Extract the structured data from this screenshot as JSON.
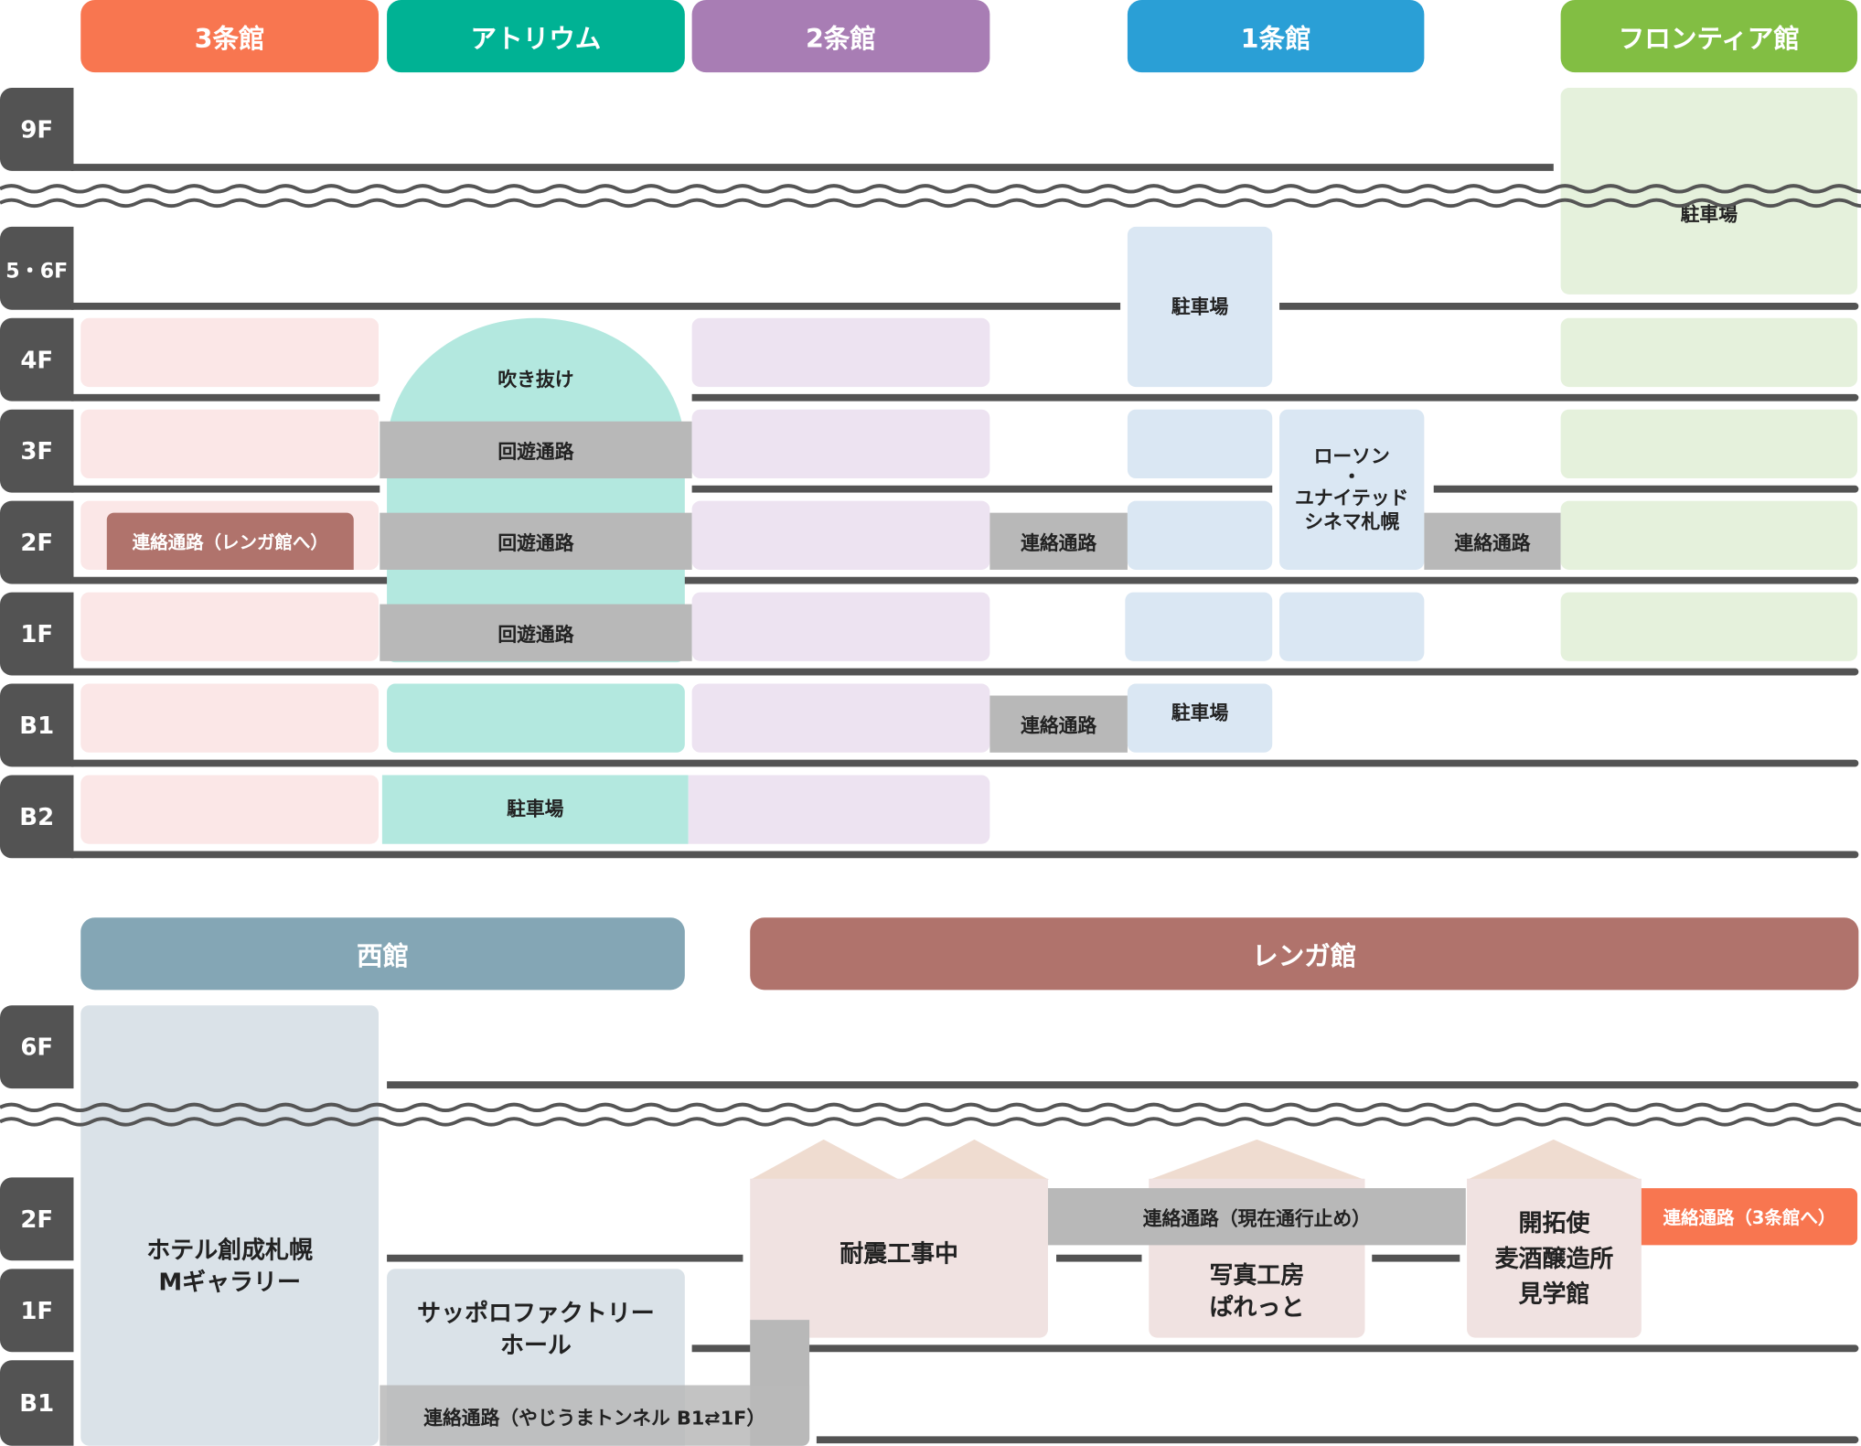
{
  "upper": {
    "buildings": [
      {
        "name": "3条館",
        "color": "#f87650"
      },
      {
        "name": "アトリウム",
        "color": "#00b294"
      },
      {
        "name": "2条館",
        "color": "#a87db4"
      },
      {
        "name": "1条館",
        "color": "#2a9fd6"
      },
      {
        "name": "フロンティア館",
        "color": "#82be43"
      }
    ],
    "floors": [
      "9F",
      "5・6F",
      "4F",
      "3F",
      "2F",
      "1F",
      "B1",
      "B2"
    ],
    "labels": {
      "atrium_void": "吹き抜け",
      "atrium_3f": "回遊通路",
      "atrium_2f": "回遊通路",
      "atrium_1f": "回遊通路",
      "atrium_b2": "駐車場",
      "jo3_2f_link": "連絡通路（レンガ館へ）",
      "link_2f_2jo_1jo": "連絡通路",
      "link_b1_2jo_1jo": "連絡通路",
      "link_2f_1jo_frontier": "連絡通路",
      "jo1_parking_56f": "駐車場",
      "jo1_parking_b1": "駐車場",
      "lawson_cinema": [
        "ローソン",
        "・",
        "ユナイテッド",
        "シネマ札幌"
      ],
      "frontier_parking": "駐車場"
    }
  },
  "lower": {
    "buildings": [
      {
        "name": "西館",
        "color": "#84a6b5"
      },
      {
        "name": "レンガ館",
        "color": "#b0736c"
      }
    ],
    "floors": [
      "6F",
      "2F",
      "1F",
      "B1"
    ],
    "labels": {
      "hotel": [
        "ホテル創成札幌",
        "Mギャラリー"
      ],
      "factory_hall": [
        "サッポロファクトリー",
        "ホール"
      ],
      "yajiuma_tunnel": "連絡通路（やじうまトンネル B1⇄1F）",
      "seismic": "耐震工事中",
      "closed_link": "連絡通路（現在通行止め）",
      "photo_studio": [
        "写真工房",
        "ぱれっと"
      ],
      "brewery": [
        "開拓使",
        "麦酒醸造所",
        "見学館"
      ],
      "link_to_3jo": "連絡通路（3条館へ）"
    },
    "link_to_3jo_color": "#f87650"
  }
}
